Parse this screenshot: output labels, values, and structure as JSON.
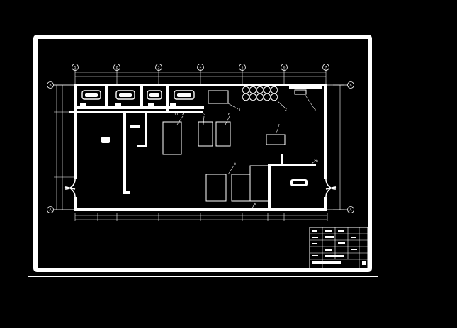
{
  "drawing": {
    "background": "#000000",
    "line_color": "#ffffff",
    "grid_top_labels": [
      "1",
      "2",
      "3",
      "4",
      "5",
      "6",
      "7"
    ],
    "grid_side_labels": [
      "B",
      "A"
    ],
    "callouts": [
      "1",
      "2",
      "3",
      "4",
      "5",
      "6",
      "7",
      "8",
      "9",
      "10",
      "11"
    ]
  }
}
